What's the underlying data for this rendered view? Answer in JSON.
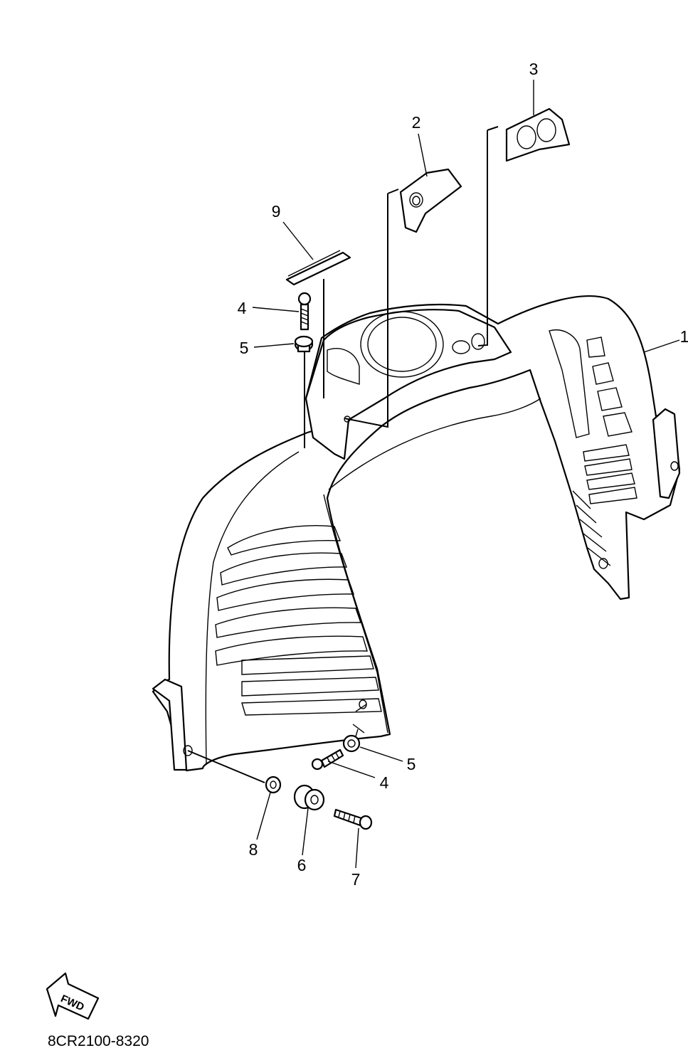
{
  "diagram": {
    "callouts": [
      {
        "id": "1",
        "text": "1"
      },
      {
        "id": "2",
        "text": "2"
      },
      {
        "id": "3",
        "text": "3"
      },
      {
        "id": "4a",
        "text": "4"
      },
      {
        "id": "4b",
        "text": "4"
      },
      {
        "id": "5a",
        "text": "5"
      },
      {
        "id": "5b",
        "text": "5"
      },
      {
        "id": "6",
        "text": "6"
      },
      {
        "id": "7",
        "text": "7"
      },
      {
        "id": "8",
        "text": "8"
      },
      {
        "id": "9",
        "text": "9"
      }
    ],
    "fwd_label": "FWD",
    "drawing_code": "8CR2100-8320"
  }
}
